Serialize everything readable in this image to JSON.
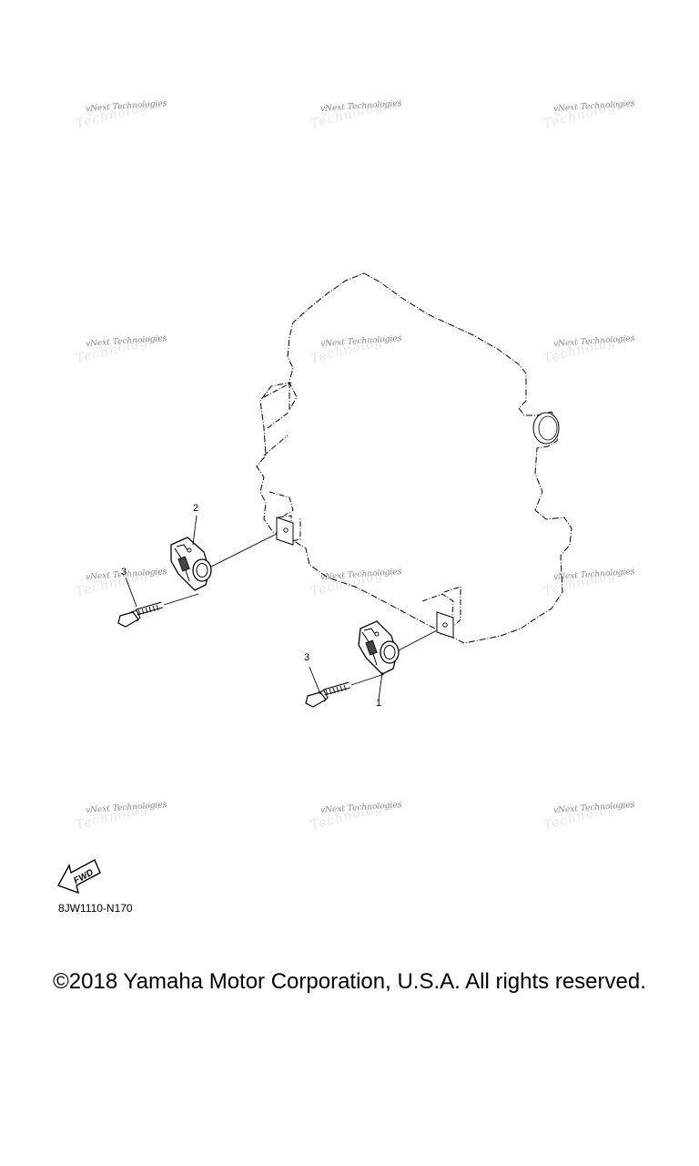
{
  "watermark": {
    "line1": "vNext Technologies",
    "line2": "Technologies"
  },
  "callouts": {
    "part1": "1",
    "part2": "2",
    "part3_left": "3",
    "part3_right": "3"
  },
  "fwd_label": "FWD",
  "diagram_code": "8JW1110-N170",
  "copyright": "©2018 Yamaha Motor Corporation, U.S.A. All rights reserved.",
  "colors": {
    "line": "#000000",
    "background": "#ffffff"
  }
}
